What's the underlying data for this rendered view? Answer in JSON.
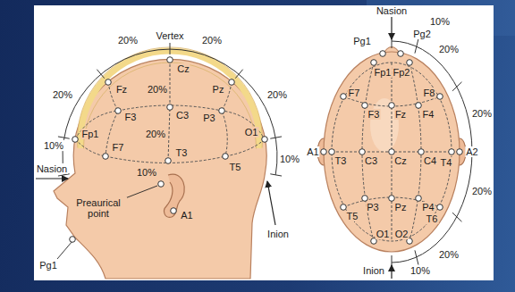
{
  "diagram": {
    "labels": [
      "20%",
      "Vertex",
      "20%",
      "20%",
      "20%",
      "Fz",
      "Cz",
      "Pz",
      "Fp1",
      "F3",
      "C3",
      "P3",
      "20%",
      "20%",
      "10%",
      "F7",
      "Nasion",
      "T3",
      "T5",
      "O1",
      "10%",
      "Preaurical point",
      "A1",
      "10%",
      "Inion",
      "Pg1",
      "Nasion",
      "Pg1",
      "Pg2",
      "10%",
      "Fp1",
      "Fp2",
      "20%",
      "F7",
      "F3",
      "Fz",
      "F4",
      "F8",
      "20%",
      "A1",
      "T3",
      "C3",
      "Cz",
      "C4",
      "T4",
      "A2",
      "20%",
      "T5",
      "P3",
      "Pz",
      "P4",
      "T6",
      "O1",
      "O2",
      "20%",
      "Inion",
      "10%"
    ]
  }
}
